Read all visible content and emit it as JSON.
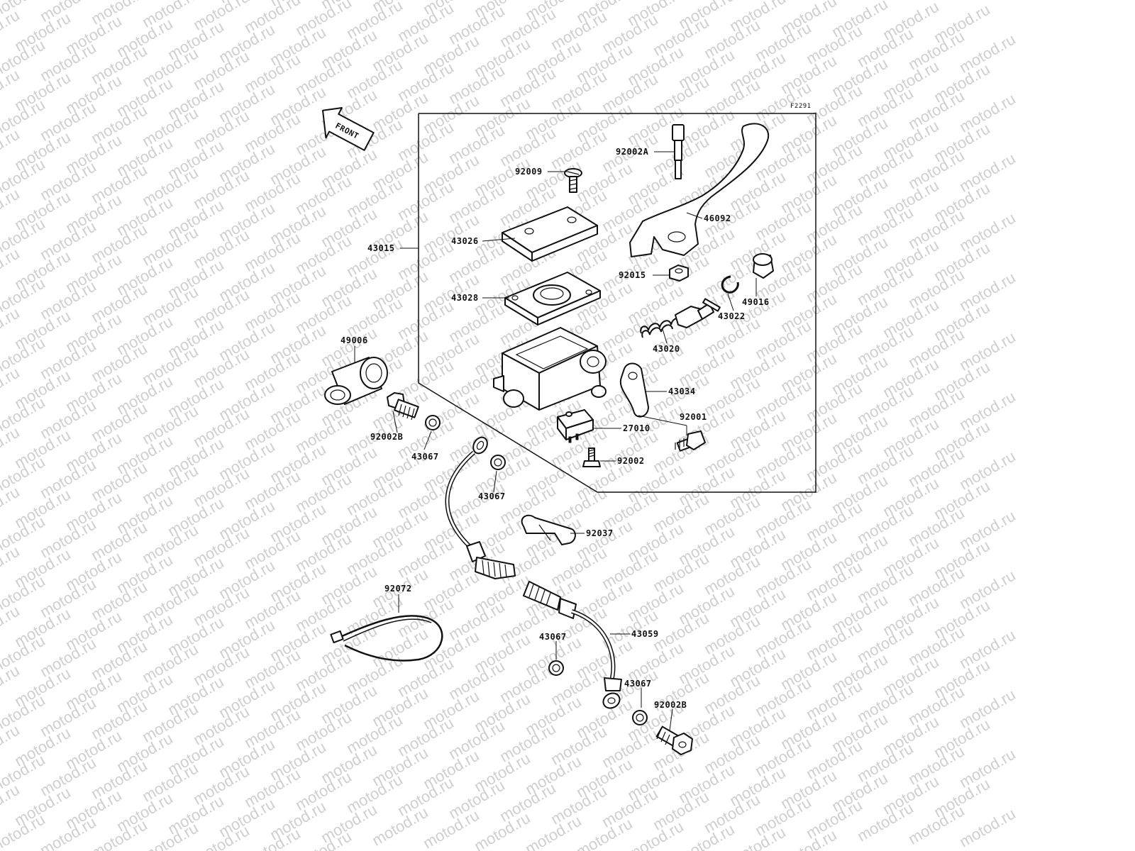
{
  "diagram": {
    "code": "F2291",
    "direction_label": "FRONT",
    "watermark": "motod.ru",
    "parts": [
      {
        "id": "92002A",
        "label": "92002A"
      },
      {
        "id": "92009",
        "label": "92009"
      },
      {
        "id": "46092",
        "label": "46092"
      },
      {
        "id": "43026",
        "label": "43026"
      },
      {
        "id": "43015",
        "label": "43015"
      },
      {
        "id": "92015",
        "label": "92015"
      },
      {
        "id": "49016",
        "label": "49016"
      },
      {
        "id": "43028",
        "label": "43028"
      },
      {
        "id": "43022",
        "label": "43022"
      },
      {
        "id": "43020",
        "label": "43020"
      },
      {
        "id": "49006",
        "label": "49006"
      },
      {
        "id": "43034",
        "label": "43034"
      },
      {
        "id": "92001",
        "label": "92001"
      },
      {
        "id": "92002B_top",
        "label": "92002B"
      },
      {
        "id": "27010",
        "label": "27010"
      },
      {
        "id": "43067_a",
        "label": "43067"
      },
      {
        "id": "92002",
        "label": "92002"
      },
      {
        "id": "43067_b",
        "label": "43067"
      },
      {
        "id": "92037",
        "label": "92037"
      },
      {
        "id": "92072",
        "label": "92072"
      },
      {
        "id": "43059",
        "label": "43059"
      },
      {
        "id": "43067_c",
        "label": "43067"
      },
      {
        "id": "43067_d",
        "label": "43067"
      },
      {
        "id": "92002B_bottom",
        "label": "92002B"
      }
    ]
  }
}
